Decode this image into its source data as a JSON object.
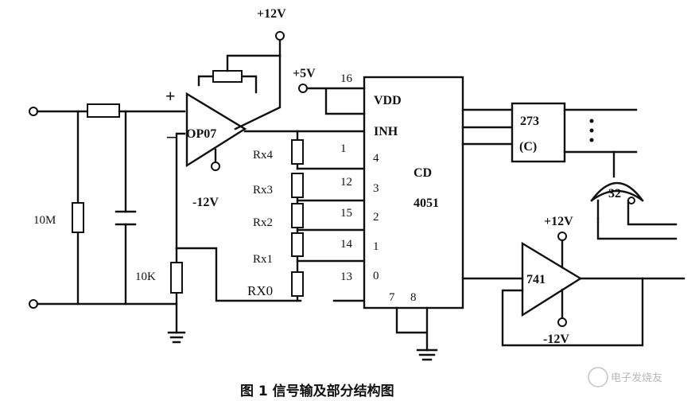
{
  "rails": {
    "opamp_pos": "+12V",
    "opamp_neg": "-12V",
    "mux_supply": "+5V",
    "buf_pos": "+12V",
    "buf_neg": "-12V"
  },
  "opamp": {
    "name": "OP07",
    "plus": "+",
    "minus": "–"
  },
  "resistors": {
    "r10m": "10M",
    "r10k": "10K"
  },
  "range_resistors": [
    "Rx4",
    "Rx3",
    "Rx2",
    "Rx1",
    "RX0"
  ],
  "mux": {
    "name": "CD",
    "part": "4051",
    "vdd": "VDD",
    "inh": "INH",
    "vdd_pin": "16",
    "left_pins": [
      "1",
      "12",
      "15",
      "14",
      "13"
    ],
    "channels": [
      "4",
      "3",
      "2",
      "1",
      "0"
    ],
    "bottom_pins": [
      "7",
      "8"
    ]
  },
  "latch": {
    "name": "273",
    "sub": "(C)"
  },
  "gate": {
    "name": "32"
  },
  "buffer": {
    "name": "741"
  },
  "caption": "图 1   信号输及部分结构图",
  "watermark": "电子发烧友"
}
